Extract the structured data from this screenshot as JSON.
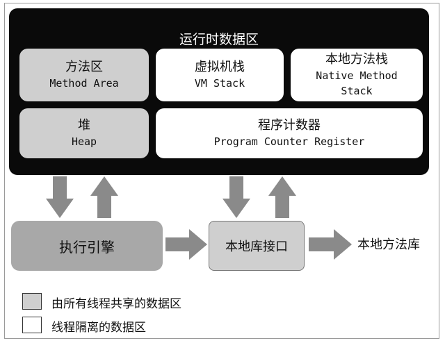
{
  "runtime_area": {
    "title": "运行时数据区"
  },
  "blocks": {
    "method_area": {
      "cn": "方法区",
      "en": "Method Area"
    },
    "vm_stack": {
      "cn": "虚拟机栈",
      "en": "VM Stack"
    },
    "native_stack": {
      "cn": "本地方法栈",
      "en1": "Native Method",
      "en2": "Stack"
    },
    "heap": {
      "cn": "堆",
      "en": "Heap"
    },
    "pc_register": {
      "cn": "程序计数器",
      "en": "Program Counter Register"
    }
  },
  "bottom": {
    "engine": "执行引擎",
    "native_interface": "本地库接口",
    "native_library": "本地方法库"
  },
  "legend": {
    "shared": "由所有线程共享的数据区",
    "isolated": "线程隔离的数据区"
  },
  "colors": {
    "runtime_bg": "#0a0a0a",
    "shared_fill": "#cfcfcf",
    "isolated_fill": "#ffffff",
    "engine_fill": "#a8a8a8",
    "arrow_fill": "#8a8a8a"
  }
}
